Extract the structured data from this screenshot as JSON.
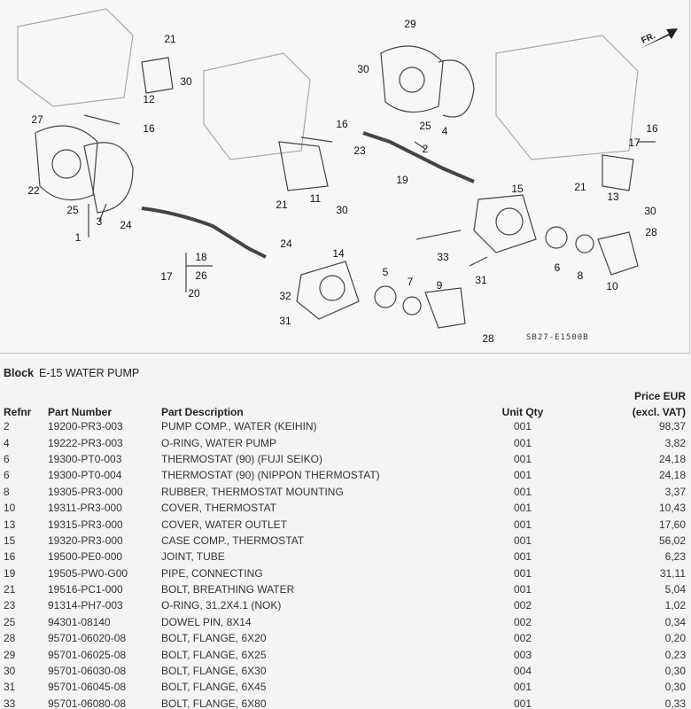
{
  "diagram": {
    "callouts": [
      "21",
      "12",
      "30",
      "27",
      "16",
      "22",
      "25",
      "3",
      "24",
      "1",
      "29",
      "30",
      "25",
      "4",
      "23",
      "2",
      "19",
      "16",
      "21",
      "11",
      "30",
      "15",
      "16",
      "17",
      "21",
      "13",
      "30",
      "24",
      "18",
      "26",
      "17",
      "20",
      "14",
      "32",
      "31",
      "33",
      "31",
      "6",
      "8",
      "10",
      "28",
      "5",
      "7",
      "9",
      "28"
    ],
    "code": "SB27-E1500B",
    "direction_label": "FR."
  },
  "block": {
    "label": "Block",
    "name": "E-15 WATER PUMP"
  },
  "table": {
    "headers": {
      "refnr": "Refnr",
      "part_number": "Part Number",
      "description": "Part Description",
      "qty": "Unit Qty",
      "price_line1": "Price EUR",
      "price_line2": "(excl. VAT)"
    },
    "rows": [
      [
        "2",
        "19200-PR3-003",
        "PUMP COMP., WATER (KEIHIN)",
        "001",
        "98,37"
      ],
      [
        "4",
        "19222-PR3-003",
        "O-RING, WATER PUMP",
        "001",
        "3,82"
      ],
      [
        "6",
        "19300-PT0-003",
        "THERMOSTAT (90) (FUJI SEIKO)",
        "001",
        "24,18"
      ],
      [
        "6",
        "19300-PT0-004",
        "THERMOSTAT (90) (NIPPON THERMOSTAT)",
        "001",
        "24,18"
      ],
      [
        "8",
        "19305-PR3-000",
        "RUBBER, THERMOSTAT MOUNTING",
        "001",
        "3,37"
      ],
      [
        "10",
        "19311-PR3-000",
        "COVER, THERMOSTAT",
        "001",
        "10,43"
      ],
      [
        "13",
        "19315-PR3-000",
        "COVER, WATER OUTLET",
        "001",
        "17,60"
      ],
      [
        "15",
        "19320-PR3-000",
        "CASE COMP., THERMOSTAT",
        "001",
        "56,02"
      ],
      [
        "16",
        "19500-PE0-000",
        "JOINT, TUBE",
        "001",
        "6,23"
      ],
      [
        "19",
        "19505-PW0-G00",
        "PIPE, CONNECTING",
        "001",
        "31,11"
      ],
      [
        "21",
        "19516-PC1-000",
        "BOLT, BREATHING WATER",
        "001",
        "5,04"
      ],
      [
        "23",
        "91314-PH7-003",
        "O-RING, 31.2X4.1 (NOK)",
        "002",
        "1,02"
      ],
      [
        "25",
        "94301-08140",
        "DOWEL PIN, 8X14",
        "002",
        "0,34"
      ],
      [
        "28",
        "95701-06020-08",
        "BOLT, FLANGE, 6X20",
        "002",
        "0,20"
      ],
      [
        "29",
        "95701-06025-08",
        "BOLT, FLANGE, 6X25",
        "003",
        "0,23"
      ],
      [
        "30",
        "95701-06030-08",
        "BOLT, FLANGE, 6X30",
        "004",
        "0,30"
      ],
      [
        "31",
        "95701-06045-08",
        "BOLT, FLANGE, 6X45",
        "001",
        "0,30"
      ],
      [
        "33",
        "95701-06080-08",
        "BOLT, FLANGE, 6X80",
        "001",
        "0,33"
      ]
    ]
  }
}
